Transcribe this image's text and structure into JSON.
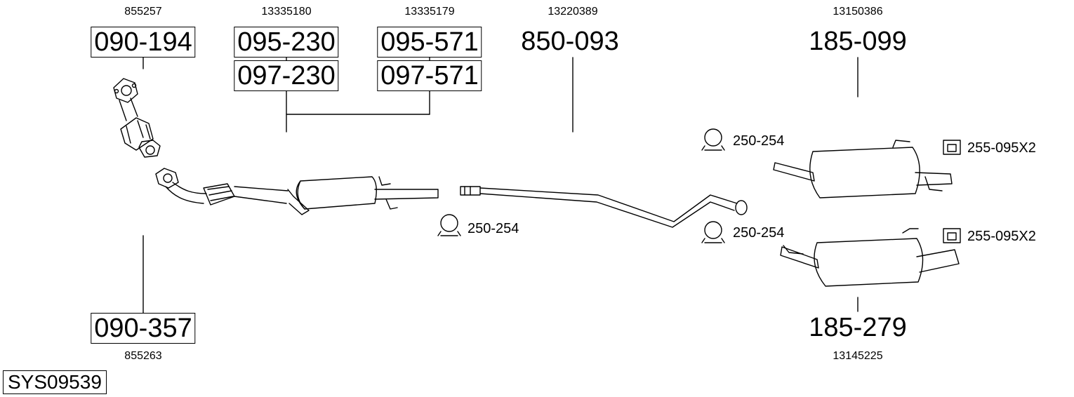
{
  "diagram": {
    "system_label": "SYS09539",
    "oem_numbers": {
      "front_pipe_top": "855257",
      "middle_1": "13335180",
      "middle_2": "13335179",
      "center_pipe": "13220389",
      "rear_top": "13150386",
      "front_pipe_bottom": "855263",
      "rear_bottom": "13145225"
    },
    "part_numbers": {
      "front_pipe_top": "090-194",
      "middle_1a": "095-230",
      "middle_1b": "097-230",
      "middle_2a": "095-571",
      "middle_2b": "097-571",
      "center_pipe": "850-093",
      "rear_top": "185-099",
      "front_pipe_bottom": "090-357",
      "rear_bottom": "185-279"
    },
    "accessories": {
      "clamp_middle": "250-254",
      "clamp_rear_top": "250-254",
      "clamp_rear_bottom": "250-254",
      "rubber_rear_top": "255-095X2",
      "rubber_rear_bottom": "255-095X2"
    }
  }
}
